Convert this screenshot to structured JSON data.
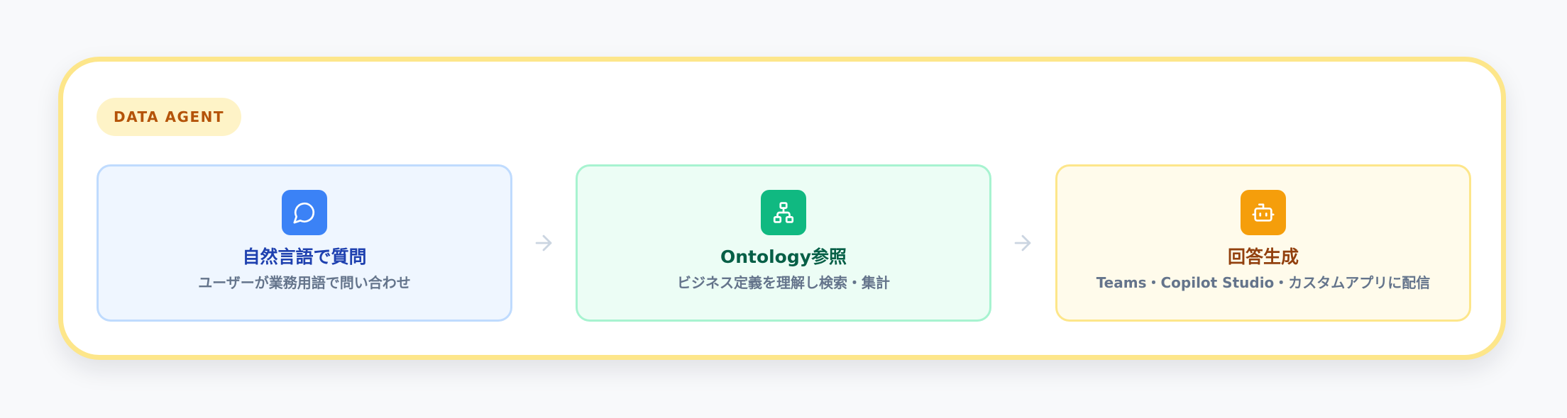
{
  "badge": "DATA AGENT",
  "steps": [
    {
      "title": "自然言語で質問",
      "description": "ユーザーが業務用語で問い合わせ",
      "icon": "chat-bubble-icon",
      "color": "#3b82f6"
    },
    {
      "title": "Ontology参照",
      "description": "ビジネス定義を理解し検索・集計",
      "icon": "hierarchy-icon",
      "color": "#10b981"
    },
    {
      "title": "回答生成",
      "description": "Teams・Copilot Studio・カスタムアプリに配信",
      "icon": "robot-icon",
      "color": "#f59e0b"
    }
  ],
  "colors": {
    "frame_border": "#fde68a",
    "badge_bg": "#fef3c7",
    "badge_text": "#b45309",
    "arrow": "#cbd5e1"
  }
}
